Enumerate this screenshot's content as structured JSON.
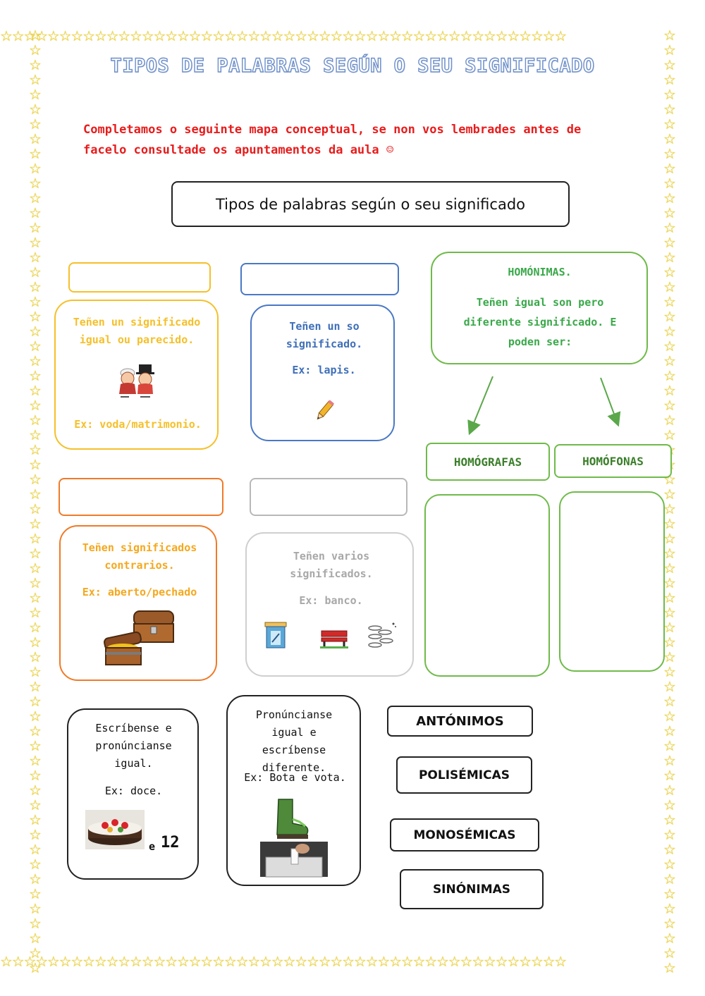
{
  "title": "TIPOS DE PALABRAS SEGÚN O SEU SIGNIFICADO",
  "instructions": "Completamos o seguinte mapa conceptual, se non vos lembrades antes de facelo consultade os apuntamentos da aula ☺",
  "main_box": "Tipos de palabras según o seu significado",
  "sinonimos_card": {
    "text": "Teñen un significado igual ou parecido.",
    "example": "Ex: voda/matrimonio."
  },
  "monosemicas_card": {
    "text": "Teñen un so significado.",
    "example": "Ex: lapis."
  },
  "homonimas_card": {
    "title": "HOMÓNIMAS.",
    "text": "Teñen igual son pero diferente significado. E poden ser:"
  },
  "homografas_label": "HOMÓGRAFAS",
  "homofonas_label": "HOMÓFONAS",
  "antonimos_card": {
    "text": "Teñen significados contrarios.",
    "example": "Ex: aberto/pechado"
  },
  "polisemicas_card": {
    "text": "Teñen varios significados.",
    "example": "Ex: banco."
  },
  "homografas_def": {
    "text": "Escríbense e pronúncianse igual.",
    "example": "Ex: doce.",
    "suffix_e": "e",
    "number": "12"
  },
  "homofonas_def": {
    "text": "Pronúncianse igual e escríbense diferente.",
    "example": "Ex: Bota e vota."
  },
  "word_bank": [
    "ANTÓNIMOS",
    "POLISÉMICAS",
    "MONOSÉMICAS",
    "SINÓNIMAS"
  ],
  "colors": {
    "yellow": "#f5c02a",
    "blue": "#4a78c4",
    "green": "#3aa84a",
    "orange": "#f07a28",
    "gray": "#b8b8b8",
    "red": "#e81c1c"
  }
}
